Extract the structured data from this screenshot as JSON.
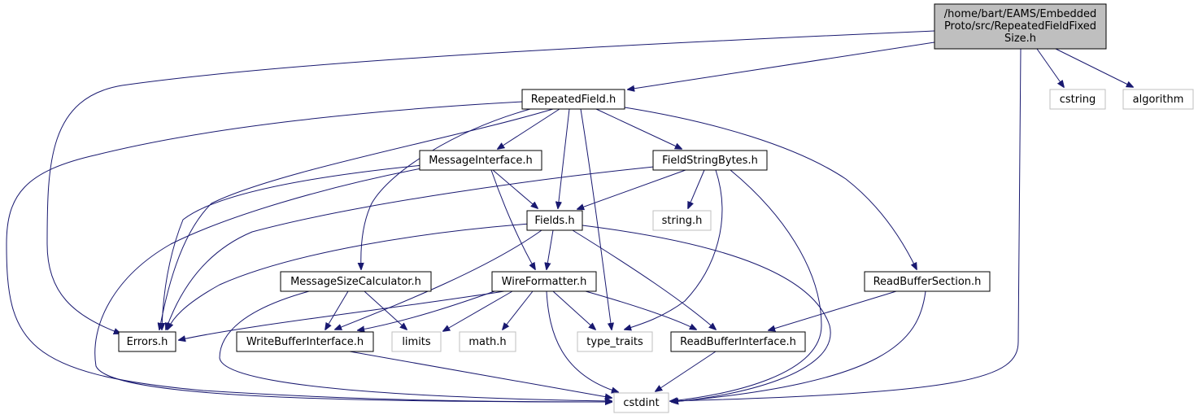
{
  "graph": {
    "root": {
      "lines": [
        "/home/bart/EAMS/Embedded",
        "Proto/src/RepeatedFieldFixed",
        "Size.h"
      ],
      "fill": "#bfbfbf",
      "stroke": "#000000"
    },
    "nodes": {
      "repeated": "RepeatedField.h",
      "cstring": "cstring",
      "algorithm": "algorithm",
      "msgiface": "MessageInterface.h",
      "fsb": "FieldStringBytes.h",
      "fields": "Fields.h",
      "stringh": "string.h",
      "msgsize": "MessageSizeCalculator.h",
      "wirefmt": "WireFormatter.h",
      "rbsection": "ReadBufferSection.h",
      "errors": "Errors.h",
      "wbiface": "WriteBufferInterface.h",
      "limits": "limits",
      "mathh": "math.h",
      "typetraits": "type_traits",
      "rbiface": "ReadBufferInterface.h",
      "cstdint": "cstdint"
    },
    "system_headers": [
      "cstring",
      "algorithm",
      "stringh",
      "limits",
      "mathh",
      "typetraits",
      "cstdint"
    ],
    "colors": {
      "edge": "#191970",
      "project_stroke": "#000000",
      "system_stroke": "#bfbfbf",
      "root_fill": "#bfbfbf"
    },
    "edges": [
      [
        "root",
        "repeated"
      ],
      [
        "root",
        "errors"
      ],
      [
        "root",
        "cstdint"
      ],
      [
        "root",
        "cstring"
      ],
      [
        "root",
        "algorithm"
      ],
      [
        "repeated",
        "msgiface"
      ],
      [
        "repeated",
        "fsb"
      ],
      [
        "repeated",
        "fields"
      ],
      [
        "repeated",
        "msgsize"
      ],
      [
        "repeated",
        "rbsection"
      ],
      [
        "repeated",
        "errors"
      ],
      [
        "repeated",
        "typetraits"
      ],
      [
        "repeated",
        "cstdint"
      ],
      [
        "msgiface",
        "fields"
      ],
      [
        "msgiface",
        "wirefmt"
      ],
      [
        "msgiface",
        "errors"
      ],
      [
        "msgiface",
        "cstdint"
      ],
      [
        "fsb",
        "fields"
      ],
      [
        "fsb",
        "stringh"
      ],
      [
        "fsb",
        "errors"
      ],
      [
        "fsb",
        "typetraits"
      ],
      [
        "fsb",
        "cstdint"
      ],
      [
        "fields",
        "wirefmt"
      ],
      [
        "fields",
        "errors"
      ],
      [
        "fields",
        "wbiface"
      ],
      [
        "fields",
        "rbiface"
      ],
      [
        "fields",
        "cstdint"
      ],
      [
        "msgsize",
        "wbiface"
      ],
      [
        "msgsize",
        "limits"
      ],
      [
        "msgsize",
        "cstdint"
      ],
      [
        "wirefmt",
        "errors"
      ],
      [
        "wirefmt",
        "wbiface"
      ],
      [
        "wirefmt",
        "limits"
      ],
      [
        "wirefmt",
        "mathh"
      ],
      [
        "wirefmt",
        "typetraits"
      ],
      [
        "wirefmt",
        "rbiface"
      ],
      [
        "wirefmt",
        "cstdint"
      ],
      [
        "rbsection",
        "rbiface"
      ],
      [
        "rbsection",
        "cstdint"
      ],
      [
        "wbiface",
        "cstdint"
      ],
      [
        "rbiface",
        "cstdint"
      ]
    ]
  }
}
